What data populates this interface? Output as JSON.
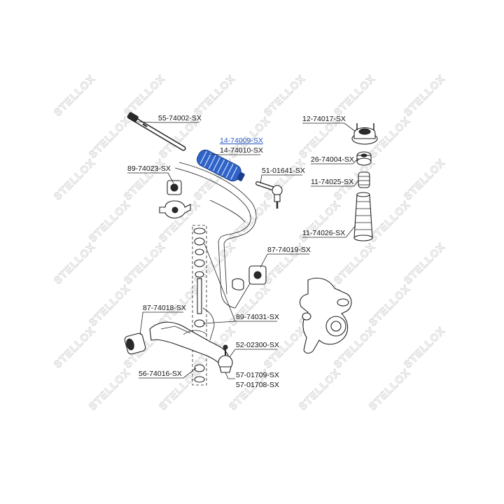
{
  "watermark": {
    "text": "STELLOX"
  },
  "labels": {
    "p55_74002": "55-74002-SX",
    "p14_74009": "14-74009-SX",
    "p14_74010": "14-74010-SX",
    "p89_74023": "89-74023-SX",
    "p51_01641": "51-01641-SX",
    "p12_74017": "12-74017-SX",
    "p26_74004": "26-74004-SX",
    "p11_74025": "11-74025-SX",
    "p11_74026": "11-74026-SX",
    "p87_74019": "87-74019-SX",
    "p87_74018": "87-74018-SX",
    "p89_74031": "89-74031-SX",
    "p52_02300": "52-02300-SX",
    "p56_74016": "56-74016-SX",
    "p57_01709": "57-01709-SX",
    "p57_01708": "57-01708-SX"
  },
  "colors": {
    "highlight": "#2c5cc5",
    "boot": "#2f63c8",
    "ink": "#222222",
    "watermark": "#cfcfcf"
  }
}
